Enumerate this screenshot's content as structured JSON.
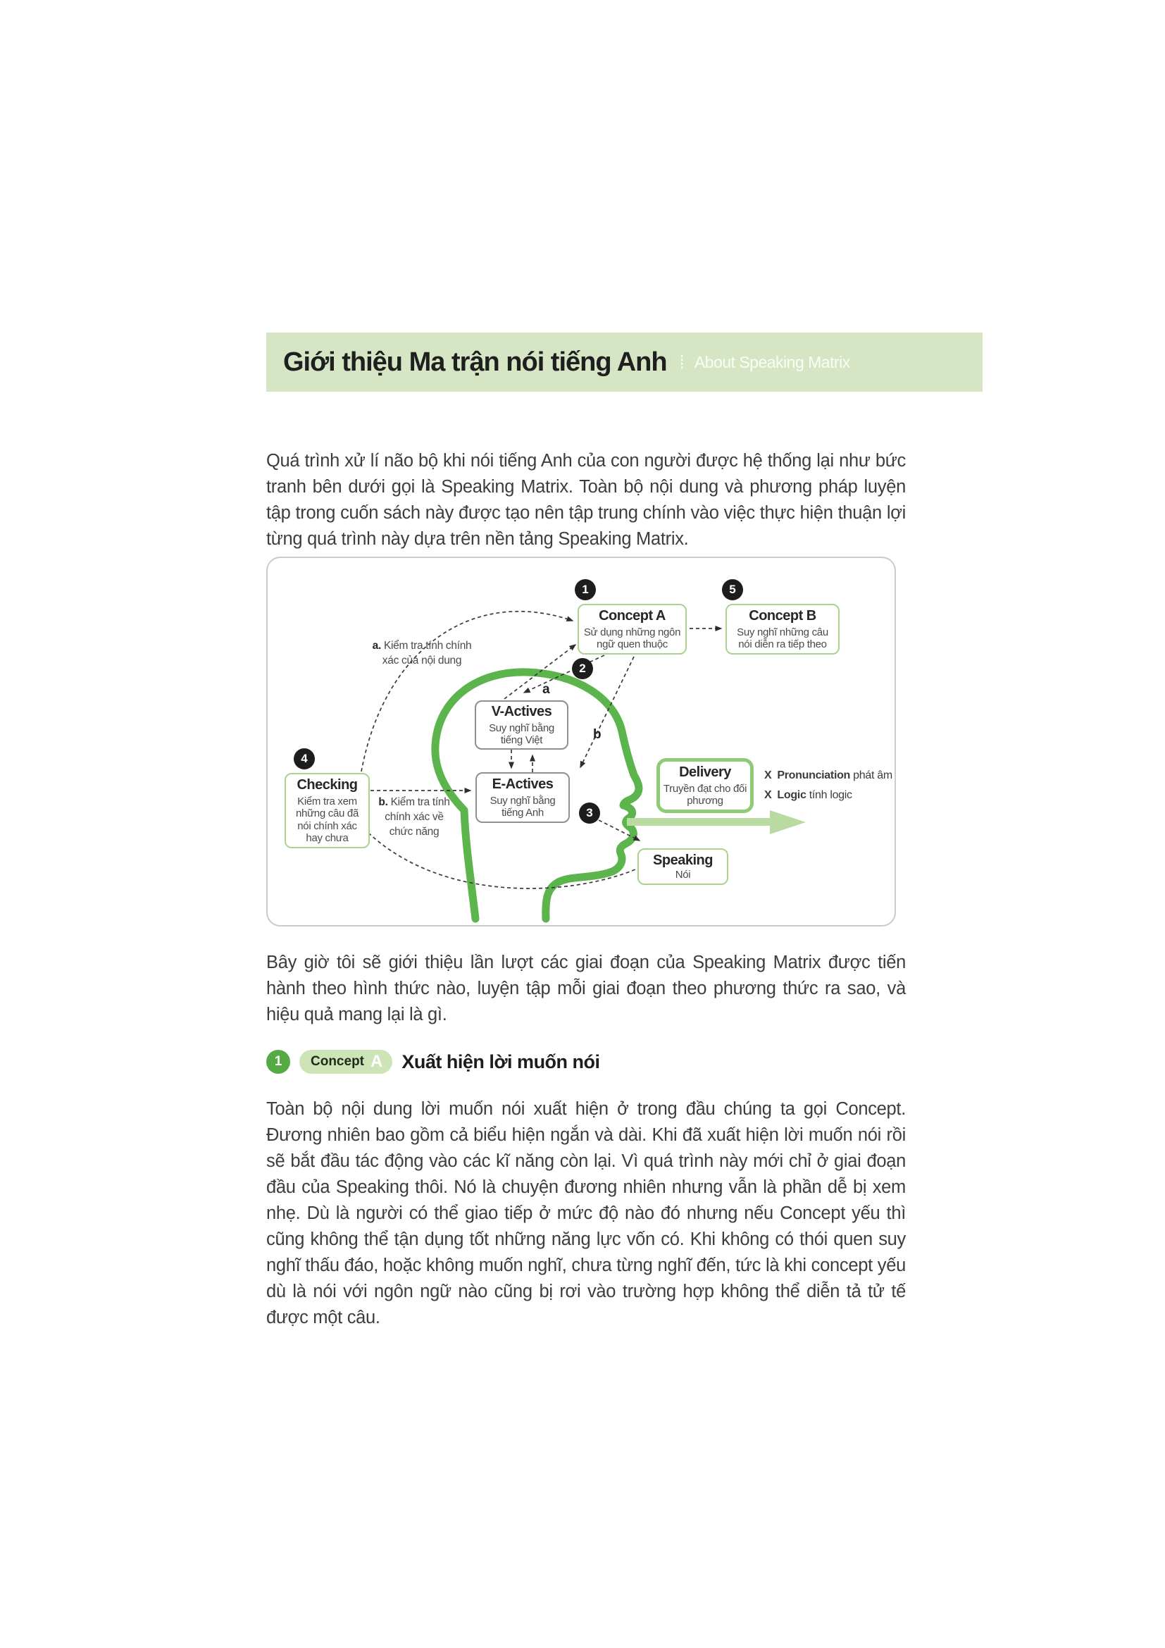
{
  "banner": {
    "title": "Giới thiệu Ma trận nói tiếng Anh",
    "separator": "⁞",
    "subtitle": "About Speaking Matrix"
  },
  "paragraphs": {
    "intro": "Quá trình xử lí não bộ khi nói tiếng Anh của con người được hệ thống lại như bức tranh bên dưới gọi là Speaking Matrix. Toàn bộ nội dung và phương pháp luyện tập trong cuốn sách này được tạo nên tập trung chính vào việc thực hiện thuận lợi từng quá trình này dựa trên nền tảng Speaking Matrix.",
    "middle": "Bây giờ tôi sẽ giới thiệu lần lượt các giai đoạn của Speaking Matrix được tiến hành theo hình thức nào, luyện tập mỗi giai đoạn theo phương thức ra sao, và hiệu quả mang lại là gì.",
    "body": "Toàn bộ nội dung lời muốn nói xuất hiện ở trong đầu chúng ta gọi Concept. Đương nhiên bao gồm cả biểu hiện ngắn và dài. Khi đã xuất hiện lời muốn nói rồi sẽ bắt đầu tác động vào các kĩ năng còn lại. Vì quá trình này mới chỉ ở giai đoạn đầu của Speaking thôi. Nó là chuyện đương nhiên nhưng vẫn là phần dễ bị xem nhẹ. Dù là người có thể giao tiếp ở mức độ nào đó nhưng nếu Concept yếu thì cũng không thể tận dụng tốt những năng lực vốn có. Khi không có thói quen suy nghĩ thấu đáo, hoặc không muốn nghĩ, chưa từng nghĩ đến, tức là khi concept yếu dù là nói với ngôn ngữ nào cũng bị rơi vào trường hợp không thể diễn tả tử tế được một câu."
  },
  "diagram": {
    "steps": {
      "concept_a": "1",
      "concept_b": "5",
      "middle": "2",
      "mouth": "3",
      "checking": "4"
    },
    "boxes": {
      "concept_a": {
        "title": "Concept A",
        "desc": "Sử dụng những ngôn ngữ quen thuộc"
      },
      "concept_b": {
        "title": "Concept B",
        "desc": "Suy nghĩ những câu nói diễn ra tiếp theo"
      },
      "v_actives": {
        "title": "V-Actives",
        "desc": "Suy nghĩ bằng tiếng Việt"
      },
      "e_actives": {
        "title": "E-Actives",
        "desc": "Suy nghĩ bằng tiếng Anh"
      },
      "checking": {
        "title": "Checking",
        "desc": "Kiểm tra xem những câu đã nói chính xác hay chưa"
      },
      "delivery": {
        "title": "Delivery",
        "desc": "Truyền đạt cho đối phương"
      },
      "speaking": {
        "title": "Speaking",
        "desc": "Nói"
      }
    },
    "notes": {
      "a_prefix": "a.",
      "a_text": " Kiểm tra tính chính xác của nội dung",
      "b_prefix": "b.",
      "b_text": " Kiểm tra tính chính xác về chức năng",
      "letter_a": "a",
      "letter_b": "b"
    },
    "crossed": {
      "pron_x": "X",
      "pron_term": "Pronunciation",
      "pron_vi": " phát âm",
      "logic_x": "X",
      "logic_term": "Logic",
      "logic_vi": " tính logic"
    }
  },
  "section": {
    "number": "1",
    "badge_word": "Concept",
    "badge_letter": "A",
    "title": "Xuất hiện lời muốn nói"
  },
  "colors": {
    "banner_bg": "#d6e5c4",
    "head_green": "#5cb44c",
    "box_border_green": "#a9d38e",
    "delivery_border": "#8ecb77",
    "box_border_gray": "#8f8f8f",
    "step_circle": "#1d1d1d",
    "big_arrow": "#b9dba2",
    "body_text": "#3d3d3d"
  }
}
